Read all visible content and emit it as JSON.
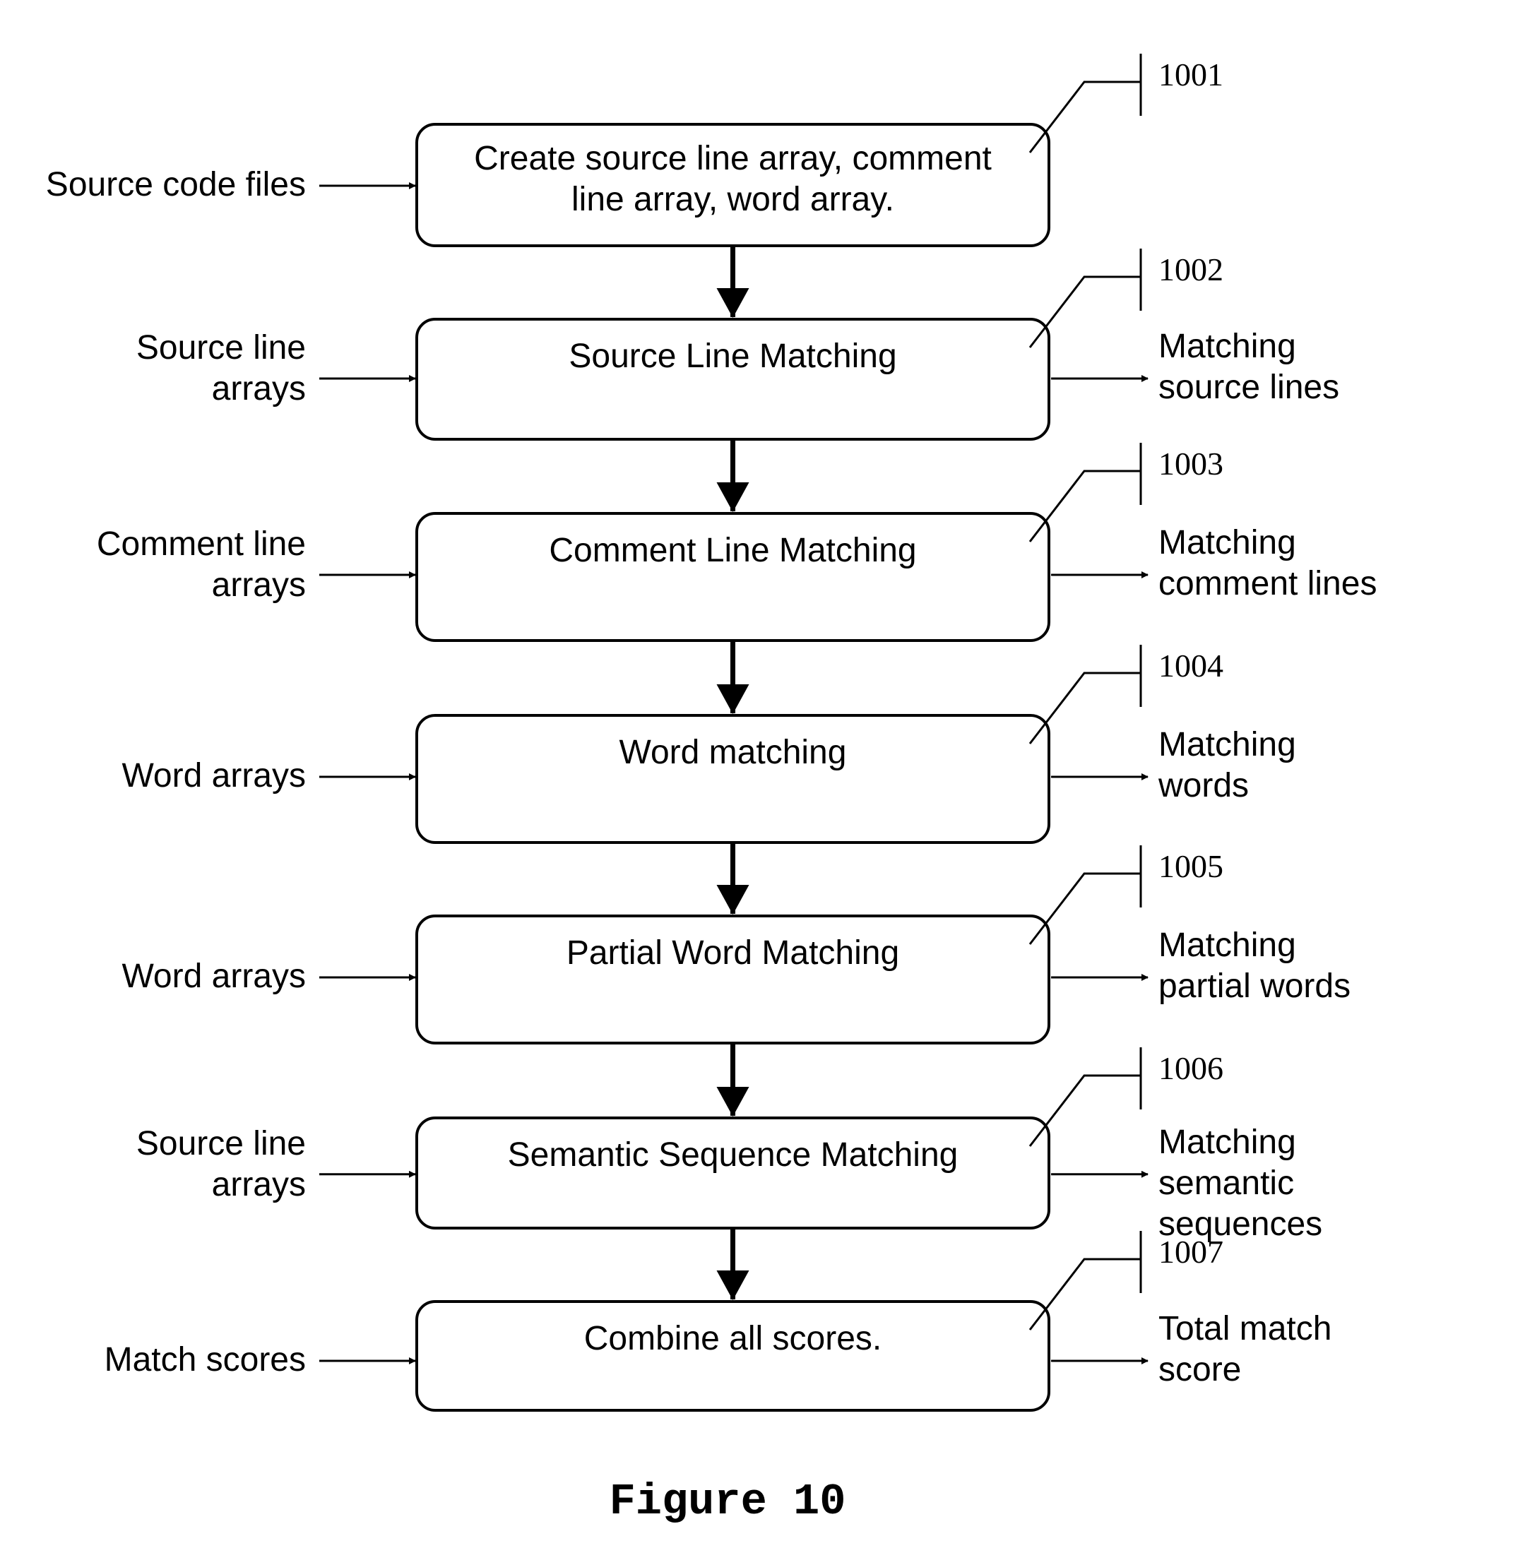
{
  "figure": {
    "caption": "Figure 10"
  },
  "steps": [
    {
      "ref": "1001",
      "box_lines": [
        "Create source line array, comment",
        "line array, word array."
      ],
      "input_lines": [
        "Source code files"
      ],
      "output_lines": []
    },
    {
      "ref": "1002",
      "box_lines": [
        "Source Line Matching"
      ],
      "input_lines": [
        "Source line",
        "arrays"
      ],
      "output_lines": [
        "Matching",
        "source lines"
      ]
    },
    {
      "ref": "1003",
      "box_lines": [
        "Comment Line Matching"
      ],
      "input_lines": [
        "Comment line",
        "arrays"
      ],
      "output_lines": [
        "Matching",
        "comment lines"
      ]
    },
    {
      "ref": "1004",
      "box_lines": [
        "Word matching"
      ],
      "input_lines": [
        "Word arrays"
      ],
      "output_lines": [
        "Matching",
        "words"
      ]
    },
    {
      "ref": "1005",
      "box_lines": [
        "Partial Word Matching"
      ],
      "input_lines": [
        "Word arrays"
      ],
      "output_lines": [
        "Matching",
        "partial words"
      ]
    },
    {
      "ref": "1006",
      "box_lines": [
        "Semantic Sequence Matching"
      ],
      "input_lines": [
        "Source line",
        "arrays"
      ],
      "output_lines": [
        "Matching",
        "semantic",
        "sequences"
      ]
    },
    {
      "ref": "1007",
      "box_lines": [
        "Combine all scores."
      ],
      "input_lines": [
        "Match scores"
      ],
      "output_lines": [
        "Total match",
        "score"
      ]
    }
  ]
}
